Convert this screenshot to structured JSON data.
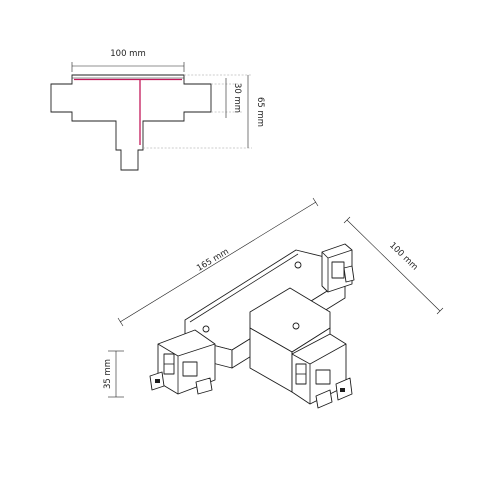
{
  "dimensions": {
    "top_width": "100 mm",
    "arm_height": "30 mm",
    "total_height": "65 mm",
    "length": "165 mm",
    "depth": "100 mm",
    "height": "35 mm"
  },
  "colors": {
    "line": "#222222",
    "conductor": "#c2185b",
    "dashed": "#9a9a9a"
  }
}
